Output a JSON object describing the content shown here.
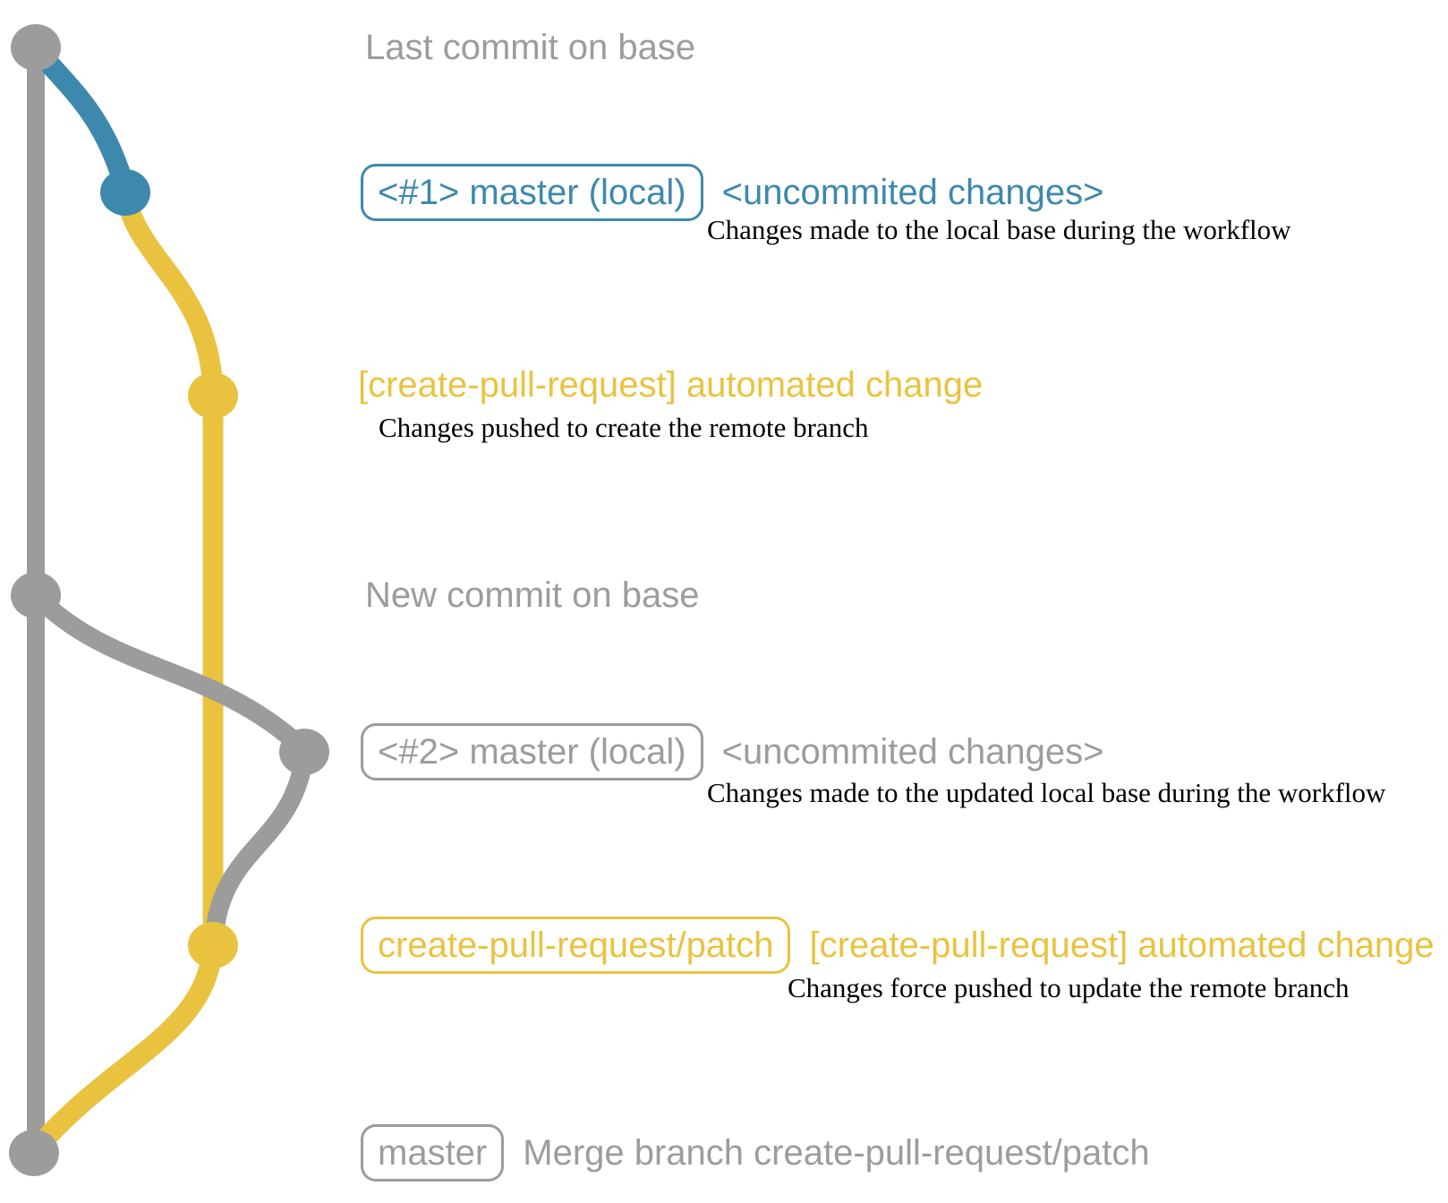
{
  "colors": {
    "base_gray": "#9c9c9c",
    "branch_blue": "#3d89ad",
    "branch_yellow": "#e9c340",
    "description_black": "#000000",
    "background": "#ffffff"
  },
  "rows": {
    "last_commit": {
      "label": "Last commit on base"
    },
    "iteration1": {
      "tag": "<#1> master (local)",
      "note": "<uncommited changes>",
      "desc": "Changes made to the local base during the workflow"
    },
    "push1": {
      "note": "[create-pull-request] automated change",
      "desc": "Changes pushed to create the remote branch"
    },
    "new_commit": {
      "label": "New commit on base"
    },
    "iteration2": {
      "tag": "<#2> master (local)",
      "note": "<uncommited changes>",
      "desc": "Changes made to the updated local base during the workflow"
    },
    "push2": {
      "tag": "create-pull-request/patch",
      "note": "[create-pull-request] automated change",
      "desc": "Changes force pushed to update the remote branch"
    },
    "merge": {
      "tag": "master",
      "note": "Merge branch create-pull-request/patch"
    }
  }
}
